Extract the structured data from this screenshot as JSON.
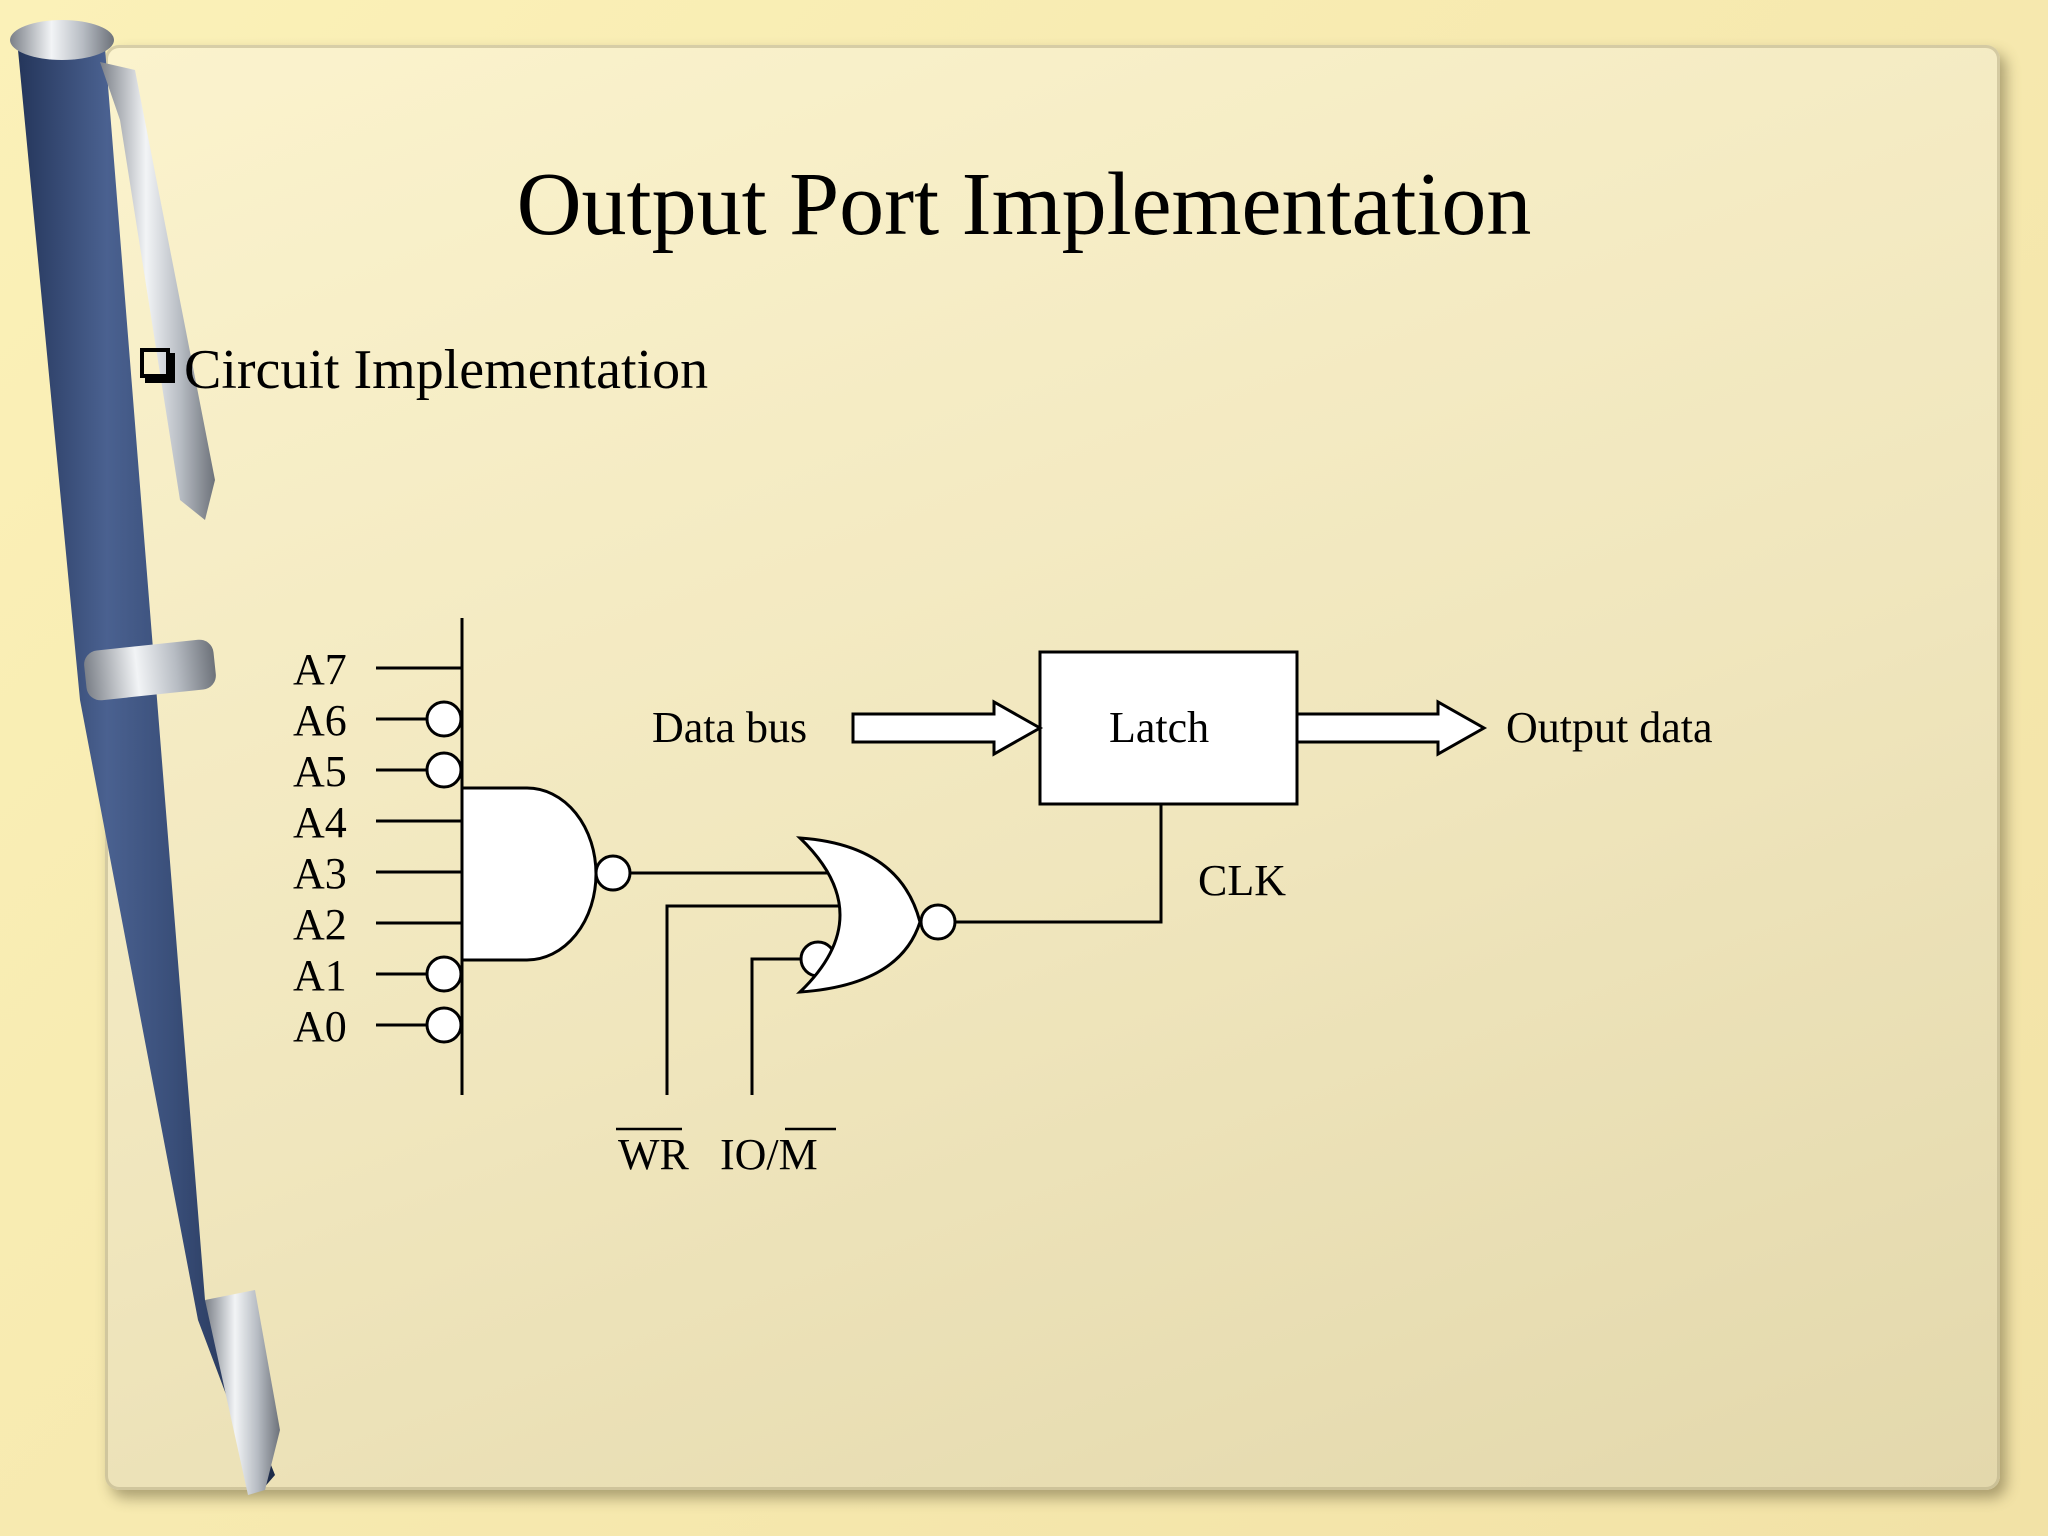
{
  "slide": {
    "title": "Output Port Implementation",
    "bullet": "Circuit Implementation"
  },
  "diagram": {
    "address_inputs": [
      {
        "label": "A7",
        "inverted": false
      },
      {
        "label": "A6",
        "inverted": true
      },
      {
        "label": "A5",
        "inverted": true
      },
      {
        "label": "A4",
        "inverted": false
      },
      {
        "label": "A3",
        "inverted": false
      },
      {
        "label": "A2",
        "inverted": false
      },
      {
        "label": "A1",
        "inverted": true
      },
      {
        "label": "A0",
        "inverted": true
      }
    ],
    "data_bus_label": "Data bus",
    "latch_label": "Latch",
    "output_label": "Output data",
    "clk_label": "CLK",
    "wr_label": "WR",
    "io_m_label": "IO/M"
  },
  "colors": {
    "pen_body": "#3a4f7a",
    "pen_chrome": "#c8ccd2",
    "slide_background": "#f3e8b8"
  }
}
